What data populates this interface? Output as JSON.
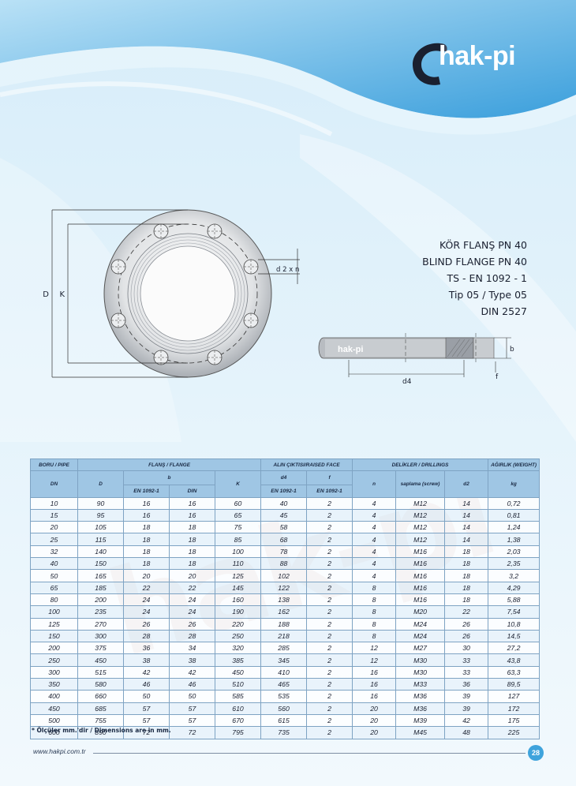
{
  "brand": {
    "logo_text": "hak-pi",
    "profile_logo_text": "hak-pi"
  },
  "watermark": "hak-pi",
  "product": {
    "lines": [
      "KÖR FLANŞ PN 40",
      "BLIND FLANGE PN 40",
      "TS - EN 1092 - 1",
      "Tip 05 / Type 05",
      "DIN 2527"
    ]
  },
  "drawing_labels": {
    "D": "D",
    "K": "K",
    "d2xn": "d 2 x n",
    "d4": "d4",
    "b": "b",
    "f": "f"
  },
  "table": {
    "group_headers": {
      "boru": "BORU / PIPE",
      "flans": "FLANŞ / FLANGE",
      "alin": "ALIN ÇIKTISI/RAISED FACE",
      "delik": "DELİKLER / DRILLINGS",
      "agirlik": "AĞIRLIK (WEIGHT)"
    },
    "sub_headers": {
      "dn": "DN",
      "d": "D",
      "b": "b",
      "k": "K",
      "d4": "d4",
      "f": "f",
      "n": "n",
      "saplama": "saplama (screw)",
      "d2": "d2",
      "kg": "kg",
      "en1": "EN 1092-1",
      "din": "DIN",
      "en2": "EN 1092-1",
      "en3": "EN 1092-1"
    },
    "rows": [
      [
        "10",
        "90",
        "16",
        "16",
        "60",
        "40",
        "2",
        "4",
        "M12",
        "14",
        "0,72"
      ],
      [
        "15",
        "95",
        "16",
        "16",
        "65",
        "45",
        "2",
        "4",
        "M12",
        "14",
        "0,81"
      ],
      [
        "20",
        "105",
        "18",
        "18",
        "75",
        "58",
        "2",
        "4",
        "M12",
        "14",
        "1,24"
      ],
      [
        "25",
        "115",
        "18",
        "18",
        "85",
        "68",
        "2",
        "4",
        "M12",
        "14",
        "1,38"
      ],
      [
        "32",
        "140",
        "18",
        "18",
        "100",
        "78",
        "2",
        "4",
        "M16",
        "18",
        "2,03"
      ],
      [
        "40",
        "150",
        "18",
        "18",
        "110",
        "88",
        "2",
        "4",
        "M16",
        "18",
        "2,35"
      ],
      [
        "50",
        "165",
        "20",
        "20",
        "125",
        "102",
        "2",
        "4",
        "M16",
        "18",
        "3,2"
      ],
      [
        "65",
        "185",
        "22",
        "22",
        "145",
        "122",
        "2",
        "8",
        "M16",
        "18",
        "4,29"
      ],
      [
        "80",
        "200",
        "24",
        "24",
        "160",
        "138",
        "2",
        "8",
        "M16",
        "18",
        "5,88"
      ],
      [
        "100",
        "235",
        "24",
        "24",
        "190",
        "162",
        "2",
        "8",
        "M20",
        "22",
        "7,54"
      ],
      [
        "125",
        "270",
        "26",
        "26",
        "220",
        "188",
        "2",
        "8",
        "M24",
        "26",
        "10,8"
      ],
      [
        "150",
        "300",
        "28",
        "28",
        "250",
        "218",
        "2",
        "8",
        "M24",
        "26",
        "14,5"
      ],
      [
        "200",
        "375",
        "36",
        "34",
        "320",
        "285",
        "2",
        "12",
        "M27",
        "30",
        "27,2"
      ],
      [
        "250",
        "450",
        "38",
        "38",
        "385",
        "345",
        "2",
        "12",
        "M30",
        "33",
        "43,8"
      ],
      [
        "300",
        "515",
        "42",
        "42",
        "450",
        "410",
        "2",
        "16",
        "M30",
        "33",
        "63,3"
      ],
      [
        "350",
        "580",
        "46",
        "46",
        "510",
        "465",
        "2",
        "16",
        "M33",
        "36",
        "89,5"
      ],
      [
        "400",
        "660",
        "50",
        "50",
        "585",
        "535",
        "2",
        "16",
        "M36",
        "39",
        "127"
      ],
      [
        "450",
        "685",
        "57",
        "57",
        "610",
        "560",
        "2",
        "20",
        "M36",
        "39",
        "172"
      ],
      [
        "500",
        "755",
        "57",
        "57",
        "670",
        "615",
        "2",
        "20",
        "M39",
        "42",
        "175"
      ],
      [
        "600",
        "890",
        "72",
        "72",
        "795",
        "735",
        "2",
        "20",
        "M45",
        "48",
        "225"
      ]
    ]
  },
  "note": "* Ölçüler mm.'dir / Dimensions are in mm.",
  "footer": {
    "url": "www.hakpi.com.tr",
    "page": "28"
  },
  "colors": {
    "header_bg": "#9fc6e4",
    "accent_blue": "#3fa3dc",
    "logo_dark": "#1a2030"
  }
}
